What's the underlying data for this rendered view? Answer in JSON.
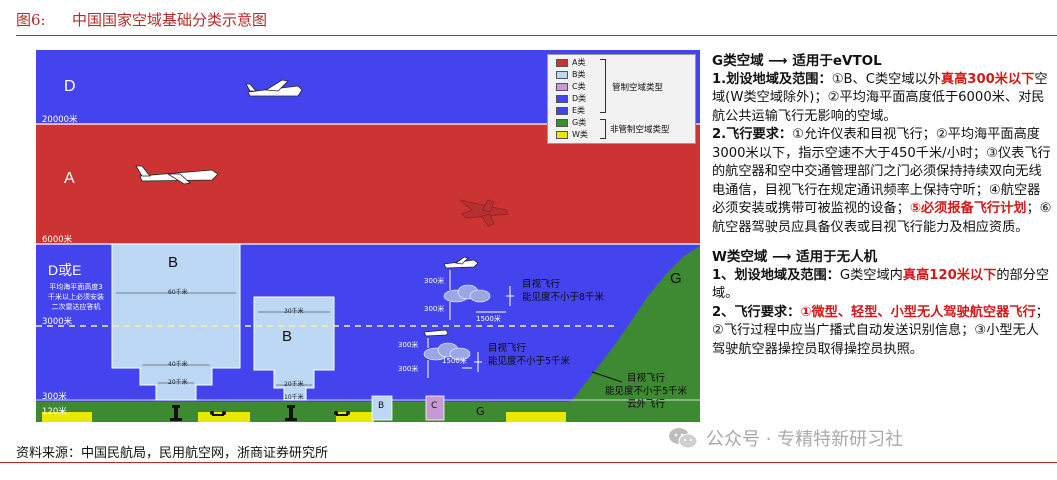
{
  "figure": {
    "number": "图6:",
    "title": "中国国家空域基础分类示意图",
    "source": "资料来源：中国民航局，民用航空网，浙商证券研究所"
  },
  "watermark": {
    "text": "公众号 · 专精特新研习社",
    "icon": "wechat-icon"
  },
  "colors": {
    "class_a": "#cc3333",
    "class_b": "#bcd8f5",
    "class_c": "#c79ad6",
    "class_de": "#4444ee",
    "class_g": "#3d8a32",
    "class_w": "#e8e800",
    "accent_red": "#d11a1a"
  },
  "diagram": {
    "zones": {
      "d_top": "D",
      "a": "A",
      "d_or_e": "D或E",
      "b_large": "B",
      "b_small": "B",
      "g": "G"
    },
    "altitudes": {
      "alt_20000": "20000米",
      "alt_6000": "6000米",
      "alt_3000": "3000米",
      "alt_300": "300米",
      "alt_120": "120米"
    },
    "d_or_e_note": [
      "平均海平面高度3",
      "千米以上必须安装",
      "二次雷达应答机"
    ],
    "b_large_scale": {
      "top": "60千米",
      "bottom": "40千米",
      "base": "20千米"
    },
    "b_small_scale": {
      "top": "30千米",
      "bottom": "20千米",
      "base": "10千米"
    },
    "ground_b": "B",
    "ground_c": "C",
    "ground_g": "G",
    "upper_vfr": {
      "v1": "300米",
      "v2": "300米",
      "h": "1500米",
      "title": "目视飞行",
      "vis": "能见度不小于8千米"
    },
    "lower_vfr": {
      "v1": "300米",
      "v2": "300米",
      "h": "1500米",
      "title": "目视飞行",
      "vis": "能见度不小于5千米"
    },
    "g_vfr": [
      "目视飞行",
      "能见度不小于5千米",
      "云外飞行"
    ],
    "legend": {
      "items": [
        {
          "label": "A类",
          "color": "#cc3333"
        },
        {
          "label": "B类",
          "color": "#bcd8f5"
        },
        {
          "label": "C类",
          "color": "#c79ad6"
        },
        {
          "label": "D类",
          "color": "#4444ee"
        },
        {
          "label": "E类",
          "color": "#4444ee"
        },
        {
          "label": "G类",
          "color": "#3d8a32"
        },
        {
          "label": "W类",
          "color": "#e8e800"
        }
      ],
      "controlled": "管制空域类型",
      "uncontrolled": "非管制空域类型"
    }
  },
  "notes": {
    "g": {
      "heading_a": "G类空域",
      "arrow": "⟶",
      "heading_b": "适用于eVTOL",
      "p1": {
        "label": "1.划设地域及范围：",
        "t1": "①B、C类空域以外",
        "red": "真高300米以下",
        "t2": "空域(W类空域除外)；②平均海平面高度低于6000米、对民航公共运输飞行无影响的空域。"
      },
      "p2": {
        "label": "2.飞行要求：",
        "t1": "①允许仪表和目视飞行；②平均海平面高度3000米以下，指示空速不大于450千米/小时；③仪表飞行的航空器和空中交通管理部门之门必须保持持续双向无线电通信，目视飞行在规定通讯频率上保持守听；④航空器必须安装或携带可被监视的设备；",
        "red": "⑤必须报备飞行计划",
        "t2": "；⑥航空器驾驶员应具备仪表或目视飞行能力及相应资质。"
      }
    },
    "w": {
      "heading_a": "W类空域",
      "arrow": "⟶",
      "heading_b": "适用于无人机",
      "p1": {
        "label": "1、划设地域及范围：",
        "t1": "G类空域内",
        "red": "真高120米以下",
        "t2": "的部分空域。"
      },
      "p2": {
        "label": "2、飞行要求：",
        "red": "①微型、轻型、小型无人驾驶航空器飞行",
        "t2": "；②飞行过程中应当广播式自动发送识别信息；③小型无人驾驶航空器操控员取得操控员执照。"
      }
    }
  }
}
